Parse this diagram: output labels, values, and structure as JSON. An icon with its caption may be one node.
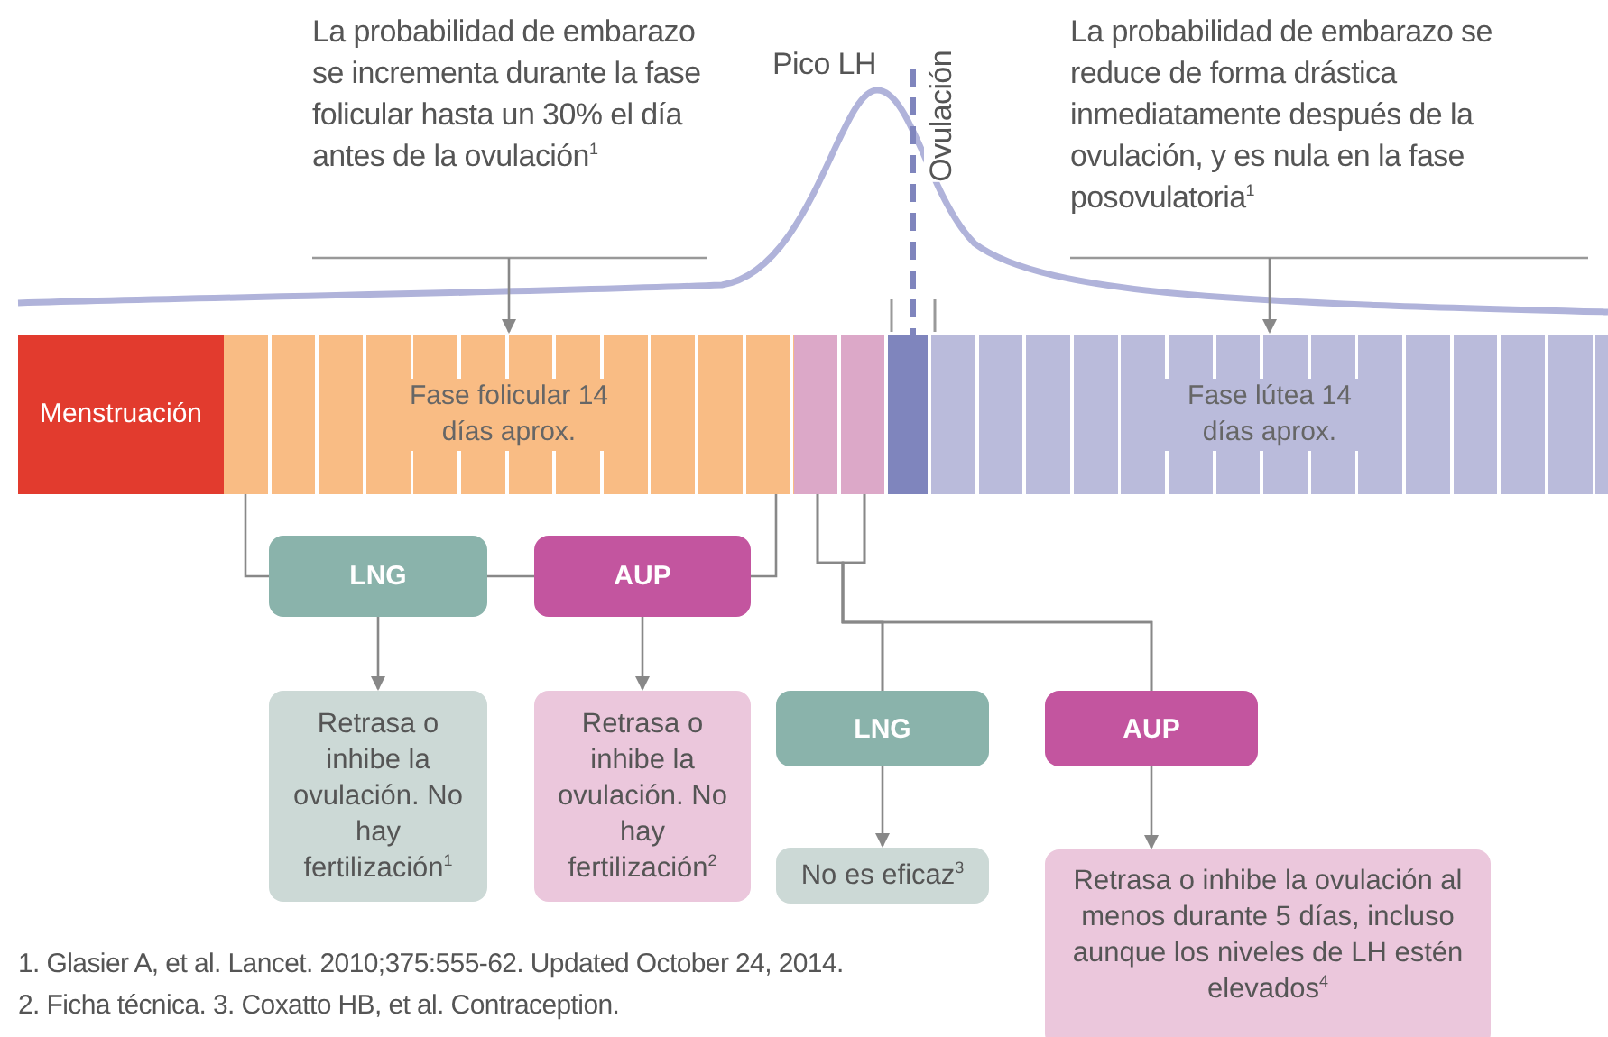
{
  "diagram": {
    "nodes": [
      {
        "text": [
          "La probabilidad de embarazo se incrementa durante la fase folicular hasta un 30% el día antes de la ovulación$^{1}$"
        ]
      },
      {
        "text": [
          "La probabilidad de embarazo se reduce de forma drástica inmediatamente después de la ovulación, y es nula en la fase posovulatoria$^{1}$"
        ]
      },
      {
        "text": [
          "Menstruación"
        ]
      },
      {
        "text": [
          "Fase folicular 14 días aprox."
        ]
      },
      {
        "text": [],
        "shape": "box"
      },
      {
        "text": [],
        "shape": "box"
      },
      {
        "text": [],
        "shape": "box"
      },
      {
        "text": [
          "Fase lútea 14 días aprox."
        ]
      },
      {
        "text": [
          "LNG"
        ]
      },
      {
        "text": [
          "AUP"
        ]
      },
      {
        "text": [
          "Retrasa o inhibe la ovulación. No hay fertilización$^{1}$"
        ]
      },
      {
        "text": [
          "Retrasa o inhibe la ovulación. No hay fertilización$^{2}$"
        ]
      },
      {
        "text": [
          "LNG"
        ]
      },
      {
        "text": [
          "AUP"
        ]
      },
      {
        "text": [
          "No es eficaz$^{3}$"
        ]
      },
      {
        "text": [
          "Retrasa o inhibe la ovulación al menos durante 5 días, incluso aunque los niveles de LH estén elevados$^{4}$"
        ]
      }
    ],
    "edges": [
      {
        "from": 0,
        "to": 3,
        "arrow": "to"
      },
      {
        "from": 1,
        "to": 7,
        "arrow": "to"
      },
      {
        "from": 3,
        "to": 8,
        "arrow": "none"
      },
      {
        "from": 8,
        "to": 9,
        "arrow": "none"
      },
      {
        "from": 3,
        "to": 9,
        "arrow": "none"
      },
      {
        "from": 4,
        "to": 12,
        "arrow": "none"
      },
      {
        "from": 5,
        "to": 12,
        "arrow": "none"
      },
      {
        "from": 4,
        "to": 13,
        "arrow": "none"
      },
      {
        "from": 5,
        "to": 13,
        "arrow": "none"
      },
      {
        "from": 8,
        "to": 10,
        "arrow": "to"
      },
      {
        "from": 9,
        "to": 11,
        "arrow": "to"
      },
      {
        "from": 12,
        "to": 14,
        "arrow": "to"
      },
      {
        "from": 13,
        "to": 15,
        "arrow": "to"
      }
    ],
    "labels": [
      "Pico LH",
      "Ovulación",
      "1. Glasier A, et al. Lancet. 2010;375:555-62. Updated October 24, 2014.",
      "2. Ficha técnica. 3. Coxatto HB, et al. Contraception."
    ]
  }
}
